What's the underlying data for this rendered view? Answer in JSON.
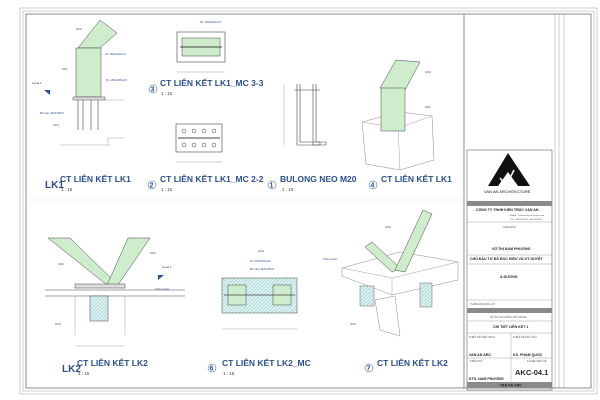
{
  "colors": {
    "title": "#2b4f8a",
    "steel": "#cfeccd",
    "hatch": "#3aa3a0",
    "bar": "#8a8a8a"
  },
  "details": [
    {
      "tag": "LK1",
      "title": "CT LIÊN KẾT LK1",
      "scale": "1 : 15"
    },
    {
      "num": "3",
      "title": "CT LIÊN KẾT LK1_MC 3-3",
      "scale": "1 : 10"
    },
    {
      "num": "2",
      "title": "CT LIÊN KẾT LK1_MC 2-2",
      "scale": "1 : 10"
    },
    {
      "num": "1",
      "title": "BULONG NEO M20",
      "scale": "1 : 10"
    },
    {
      "num": "4",
      "title": "CT LIÊN KẾT LK1"
    },
    {
      "tag": "LK2",
      "title": "CT LIÊN KẾT LK2",
      "scale": "1 : 15"
    },
    {
      "num": "6",
      "title": "CT LIÊN KẾT LK2_MC",
      "scale": "1 : 10"
    },
    {
      "num": "7",
      "title": "CT LIÊN KẾT LK2"
    }
  ],
  "labels": {
    "cf1": "CF1",
    "cf2": "CF2",
    "cc1": "CC1",
    "cc2": "CC2",
    "level": "Level 1",
    "pl1": "PL 180x200x14",
    "pl2": "PL 180x200x20",
    "bl": "BL Neo M20 Ø8.5",
    "pl3": "PL 200x500x20",
    "grout": "Vữa Grout"
  },
  "title_block": {
    "logo_text": "VAN AN ARCHITECTURE",
    "company": "CÔNG TY TNHH KIẾN TRÚC VẠN AN",
    "email": "EMAIL : kientrucvanan@gmail.com",
    "tel": "TEL : 0916023592 - 0913490264",
    "director_label": "GIÁM ĐỐC",
    "director": "VŨ THỊ NAM PHƯƠNG",
    "owner_label": "CHỦ ĐẦU TƯ ĐÃ ĐỌC HIỂU VÀ KÝ DUYỆT",
    "owner": "A.DƯƠNG",
    "location": "THÀNH PHỐ ĐÀ LẠT",
    "project": "HỒ SƠ THI CÔNG XÂY DỰNG",
    "sheet_title": "CHI TIẾT LIÊN KẾT 1",
    "arch_label": "THIẾT KẾ KIẾN TRÚC",
    "struct_label": "THIẾT KẾ KẾT CẤU",
    "arch": "VAN AN ARC",
    "struct": "KS. PHẠM QUỐC",
    "check_label": "KIỂM TRA",
    "sheet_no_label": "KÍ HIỆU BẢN VẼ",
    "sheet_no": "AKC-04.1",
    "checker": "KTS. NAM PHƯƠNG",
    "footer": "VAN AN ARC"
  }
}
